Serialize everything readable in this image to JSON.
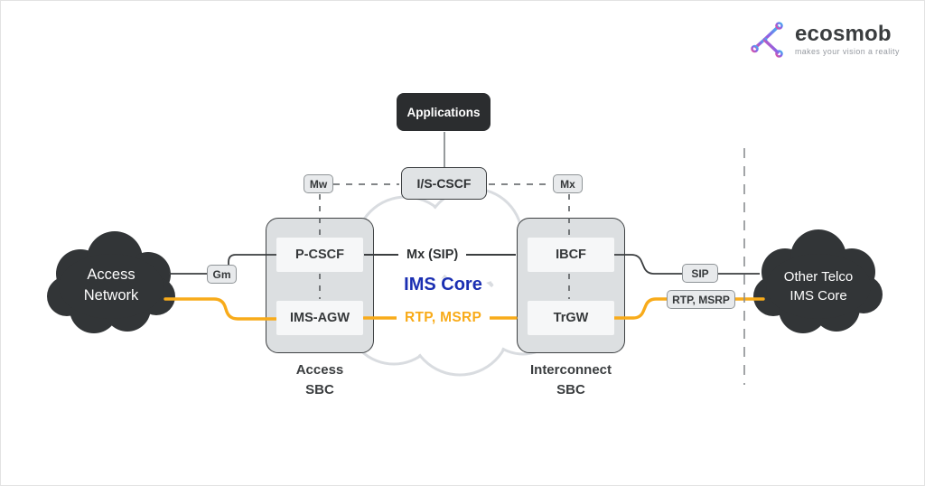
{
  "brand": {
    "name": "ecosmob",
    "tagline": "makes your vision a reality"
  },
  "diagram": {
    "applications": {
      "label": "Applications"
    },
    "iscscf": {
      "label": "I/S-CSCF"
    },
    "interfaces": {
      "mw": "Mw",
      "mx": "Mx",
      "gm": "Gm",
      "sip": "SIP",
      "rtp_msrp": "RTP, MSRP"
    },
    "access_sbc": {
      "title_line1": "Access",
      "title_line2": "SBC",
      "top_box": "P-CSCF",
      "bottom_box": "IMS-AGW"
    },
    "interconnect_sbc": {
      "title_line1": "Interconnect",
      "title_line2": "SBC",
      "top_box": "IBCF",
      "bottom_box": "TrGW"
    },
    "ims_core": {
      "label": "IMS Core",
      "signaling_label": "Mx (SIP)",
      "media_label": "RTP, MSRP"
    },
    "access_cloud": {
      "line1": "Access",
      "line2": "Network"
    },
    "other_telco_cloud": {
      "line1": "Other Telco",
      "line2": "IMS Core"
    }
  },
  "colors": {
    "media_yellow": "#F8AB1A",
    "core_blue": "#1B2FB2",
    "node_dark": "#323537",
    "line_dark": "#3B3E40",
    "line_dashed": "#5A5E60",
    "cloud_outline": "#D9DCE0"
  }
}
